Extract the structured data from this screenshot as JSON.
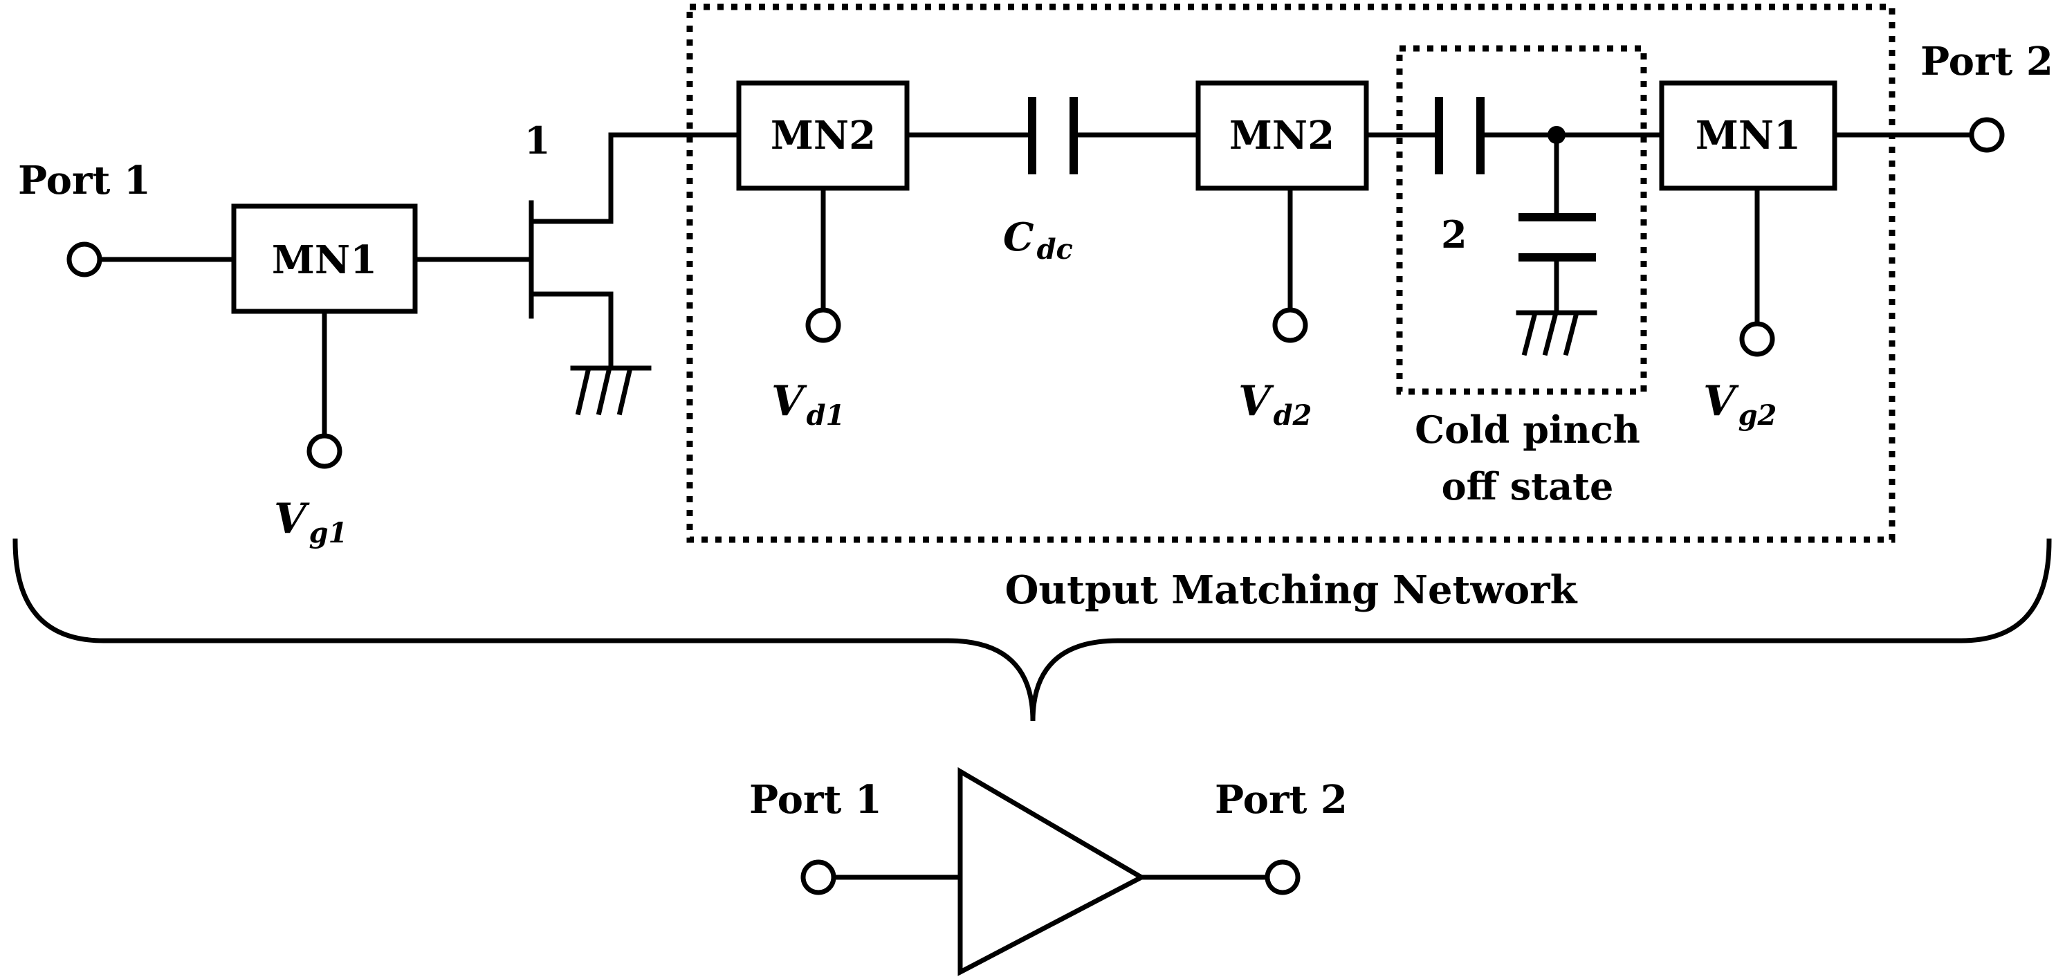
{
  "port1_label": "Port 1",
  "port2_label": "Port 2",
  "mn1_label": "MN1",
  "mn2_label": "MN2",
  "vg1": {
    "main": "V",
    "sub": "g1"
  },
  "vd1": {
    "main": "V",
    "sub": "d1"
  },
  "vd2": {
    "main": "V",
    "sub": "d2"
  },
  "vg2": {
    "main": "V",
    "sub": "g2"
  },
  "cdc": {
    "main": "C",
    "sub": "dc"
  },
  "marker_1": "1",
  "marker_2": "2",
  "cold_pinch_line1": "Cold pinch",
  "cold_pinch_line2": "off state",
  "omn_label": "Output Matching Network",
  "amp_port1_label": "Port 1",
  "amp_port2_label": "Port 2"
}
